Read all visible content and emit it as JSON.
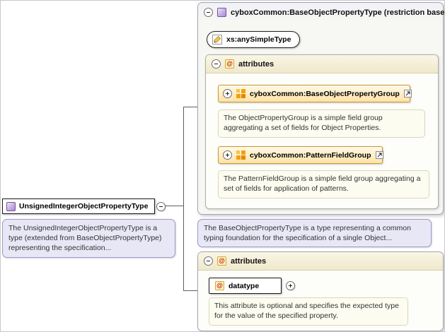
{
  "element": {
    "label": "UnsignedIntegerObjectPropertyType",
    "annotation": "The UnsignedIntegerObjectPropertyType is a type (extended from BaseObjectPropertyType) representing the specification..."
  },
  "base_type_panel": {
    "title": "cyboxCommon:BaseObjectPropertyType (restriction base)",
    "simple_type_label": "xs:anySimpleType",
    "attributes_header": "attributes",
    "groups": [
      {
        "label": "cyboxCommon:BaseObjectPropertyGroup",
        "description": "The ObjectPropertyGroup is a simple field group aggregating a set of fields for Object Properties."
      },
      {
        "label": "cyboxCommon:PatternFieldGroup",
        "description": "The PatternFieldGroup is a simple field group aggregating a set of fields for application of patterns."
      }
    ],
    "annotation": "The BaseObjectPropertyType is a type representing a common typing foundation for the specification of a single Object..."
  },
  "local_attributes_panel": {
    "attributes_header": "attributes",
    "attribute_name": "datatype",
    "attribute_description": "This attribute is optional and specifies the expected type for the value of the specified property."
  },
  "icons": {
    "at_glyph": "@"
  },
  "colors": {
    "annotation_bg": "#E8E7F6",
    "annotation_border": "#9B9AC6",
    "group_gradient_top": "#FFFAE8",
    "group_gradient_bottom": "#FFE2A8",
    "group_border": "#C9962F",
    "attributes_header_bg": "#F3ECD2",
    "type_icon_purple": "#A98FD0",
    "attribute_at_red": "#C22000",
    "connector_gray": "#5F5F5F"
  }
}
